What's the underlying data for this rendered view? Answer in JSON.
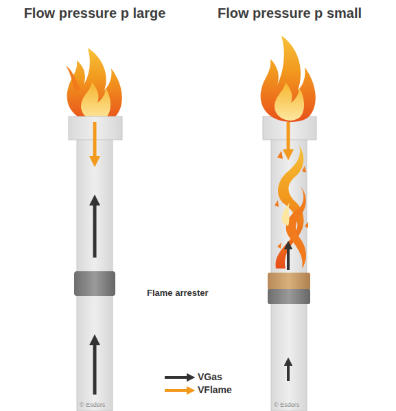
{
  "diagram": {
    "labels": [
      "Flow pressure p large",
      "Flow pressure p small",
      "Flame arrester",
      "© Esders",
      "© Esders"
    ],
    "legend": [
      {
        "text": "VGas"
      },
      {
        "text": "VFlame"
      }
    ]
  }
}
